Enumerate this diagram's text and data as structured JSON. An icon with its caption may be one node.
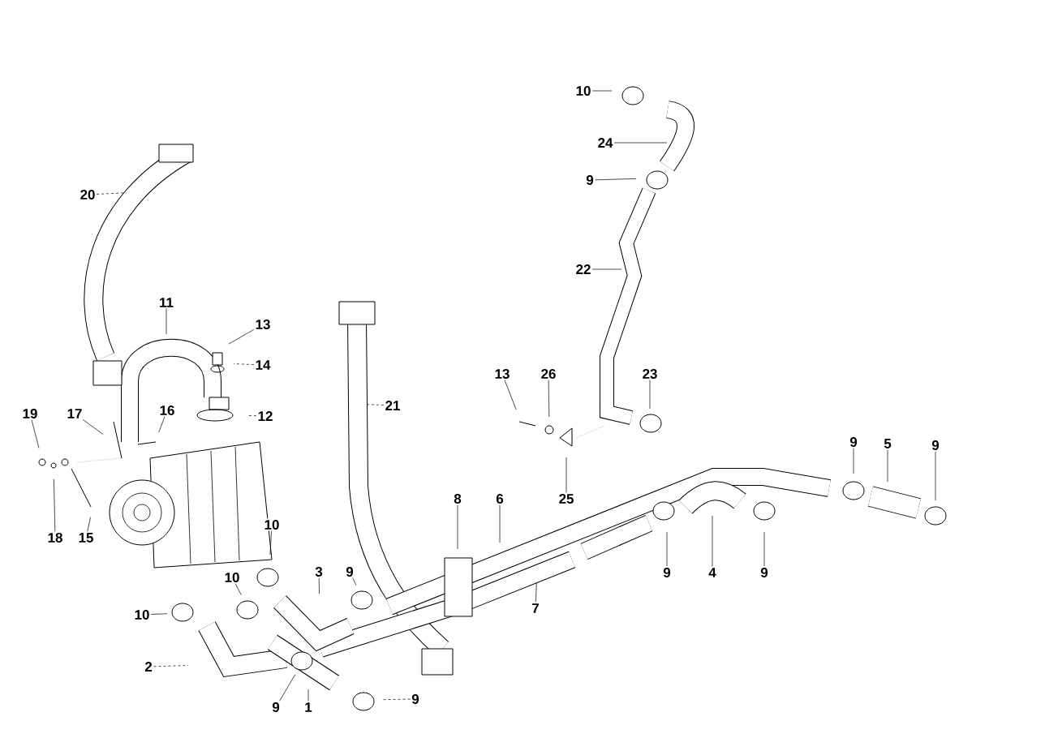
{
  "diagram": {
    "nodes": [
      {
        "text": [
          "20"
        ]
      },
      {
        "text": [
          "11"
        ]
      },
      {
        "text": [
          "13"
        ]
      },
      {
        "text": [
          "14"
        ]
      },
      {
        "text": [
          "12"
        ]
      },
      {
        "text": [
          "19"
        ]
      },
      {
        "text": [
          "17"
        ]
      },
      {
        "text": [
          "16"
        ]
      },
      {
        "text": [
          "18"
        ]
      },
      {
        "text": [
          "15"
        ]
      },
      {
        "text": [
          "10"
        ]
      },
      {
        "text": [
          "10"
        ]
      },
      {
        "text": [
          "3"
        ]
      },
      {
        "text": [
          "9"
        ]
      },
      {
        "text": [
          "10"
        ]
      },
      {
        "text": [
          "2"
        ]
      },
      {
        "text": [
          "9"
        ]
      },
      {
        "text": [
          "1"
        ]
      },
      {
        "text": [
          "9"
        ]
      },
      {
        "text": [
          "21"
        ]
      },
      {
        "text": [
          "8"
        ]
      },
      {
        "text": [
          "6"
        ]
      },
      {
        "text": [
          "7"
        ]
      },
      {
        "text": [
          "13"
        ]
      },
      {
        "text": [
          "26"
        ]
      },
      {
        "text": [
          "25"
        ]
      },
      {
        "text": [
          "23"
        ]
      },
      {
        "text": [
          "10"
        ]
      },
      {
        "text": [
          "24"
        ]
      },
      {
        "text": [
          "9"
        ]
      },
      {
        "text": [
          "22"
        ]
      },
      {
        "text": [
          "9"
        ]
      },
      {
        "text": [
          "5"
        ]
      },
      {
        "text": [
          "9"
        ]
      },
      {
        "text": [
          "9"
        ]
      },
      {
        "text": [
          "4"
        ]
      },
      {
        "text": [
          "9"
        ]
      }
    ],
    "edges": [
      {
        "from": 0,
        "to": null,
        "arrow": "none",
        "style": "dashed"
      },
      {
        "from": 1,
        "to": null,
        "arrow": "none"
      },
      {
        "from": 2,
        "to": null,
        "arrow": "none"
      },
      {
        "from": 3,
        "to": null,
        "arrow": "none",
        "style": "dashed"
      },
      {
        "from": 4,
        "to": null,
        "arrow": "none",
        "style": "dashed"
      },
      {
        "from": 5,
        "to": null,
        "arrow": "none"
      },
      {
        "from": 6,
        "to": null,
        "arrow": "none"
      },
      {
        "from": 7,
        "to": null,
        "arrow": "none"
      },
      {
        "from": 8,
        "to": null,
        "arrow": "none"
      },
      {
        "from": 9,
        "to": null,
        "arrow": "none"
      },
      {
        "from": 10,
        "to": null,
        "arrow": "none"
      },
      {
        "from": 11,
        "to": null,
        "arrow": "none"
      },
      {
        "from": 12,
        "to": null,
        "arrow": "none"
      },
      {
        "from": 13,
        "to": null,
        "arrow": "none"
      },
      {
        "from": 14,
        "to": null,
        "arrow": "none"
      },
      {
        "from": 15,
        "to": null,
        "arrow": "none",
        "style": "dashed"
      },
      {
        "from": 16,
        "to": null,
        "arrow": "none"
      },
      {
        "from": 17,
        "to": null,
        "arrow": "none"
      },
      {
        "from": 18,
        "to": null,
        "arrow": "none",
        "style": "dashed"
      },
      {
        "from": 19,
        "to": null,
        "arrow": "none",
        "style": "dashed"
      },
      {
        "from": 20,
        "to": null,
        "arrow": "none"
      },
      {
        "from": 21,
        "to": null,
        "arrow": "none"
      },
      {
        "from": 22,
        "to": null,
        "arrow": "none"
      },
      {
        "from": 23,
        "to": null,
        "arrow": "none"
      },
      {
        "from": 24,
        "to": null,
        "arrow": "none"
      },
      {
        "from": 25,
        "to": null,
        "arrow": "none"
      },
      {
        "from": 26,
        "to": null,
        "arrow": "none"
      },
      {
        "from": 27,
        "to": null,
        "arrow": "none"
      },
      {
        "from": 28,
        "to": null,
        "arrow": "none"
      },
      {
        "from": 29,
        "to": null,
        "arrow": "none"
      },
      {
        "from": 30,
        "to": null,
        "arrow": "none"
      },
      {
        "from": 31,
        "to": null,
        "arrow": "none"
      },
      {
        "from": 32,
        "to": null,
        "arrow": "none"
      },
      {
        "from": 33,
        "to": null,
        "arrow": "none"
      },
      {
        "from": 34,
        "to": null,
        "arrow": "none"
      },
      {
        "from": 35,
        "to": null,
        "arrow": "none"
      },
      {
        "from": 36,
        "to": null,
        "arrow": "none"
      }
    ]
  }
}
